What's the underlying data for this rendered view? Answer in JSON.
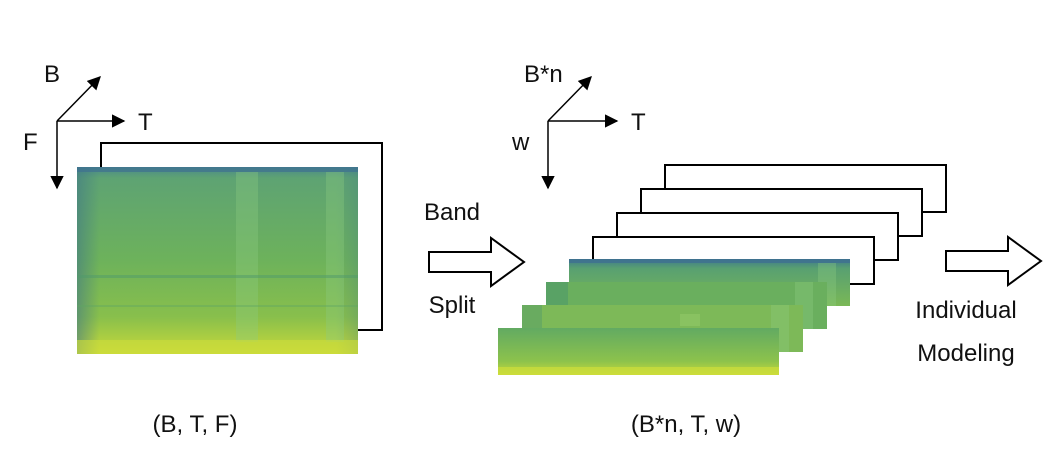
{
  "left": {
    "axes": {
      "up": "B",
      "right": "T",
      "down": "F"
    },
    "caption": "(B, T, F)"
  },
  "arrow": {
    "top": "Band",
    "bottom": "Split"
  },
  "right": {
    "axes": {
      "up": "B*n",
      "right": "T",
      "down": "w"
    },
    "caption": "(B*n, T, w)"
  },
  "output": {
    "line1": "Individual",
    "line2": "Modeling"
  },
  "colors": {
    "spectrogram_top": "#3f7a8c",
    "spectrogram_mid": "#4fa86a",
    "spectrogram_bottom": "#c6d93a"
  }
}
